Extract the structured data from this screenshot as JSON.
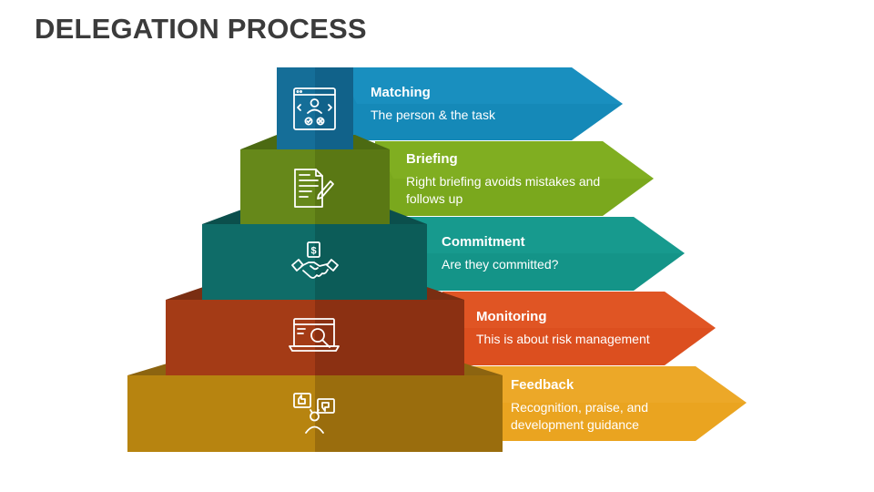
{
  "title": "DELEGATION PROCESS",
  "steps": [
    {
      "heading": "Matching",
      "description": "The person & the task",
      "icon": "profile-window-icon",
      "color": "#1589b8"
    },
    {
      "heading": "Briefing",
      "description": "Right briefing avoids mistakes and follows up",
      "icon": "document-pen-icon",
      "color": "#7aa81d"
    },
    {
      "heading": "Commitment",
      "description": "Are they committed?",
      "icon": "handshake-dollar-icon",
      "color": "#149488"
    },
    {
      "heading": "Monitoring",
      "description": "This is about risk management",
      "icon": "laptop-magnifier-icon",
      "color": "#dc4f1f"
    },
    {
      "heading": "Feedback",
      "description": "Recognition, praise, and development guidance",
      "icon": "feedback-person-icon",
      "color": "#eaa420"
    }
  ]
}
